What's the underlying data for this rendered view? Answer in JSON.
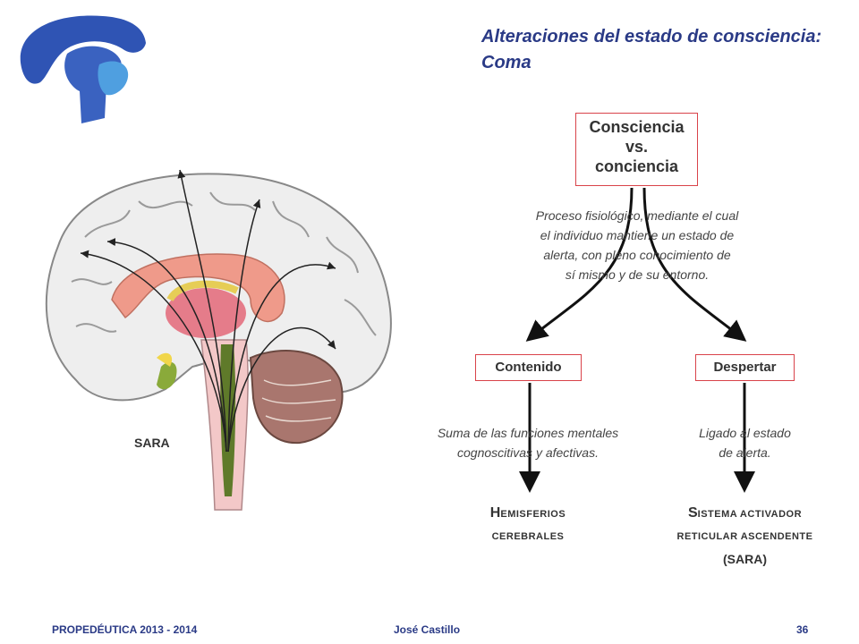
{
  "title": {
    "line1": "Alteraciones del estado de consciencia:",
    "line2": "Coma"
  },
  "main_box": {
    "line1": "Consciencia",
    "line2": "vs.",
    "line3": "conciencia"
  },
  "main_description": [
    "Proceso fisiológico, mediante el cual",
    "el individuo mantiene un estado de",
    "alerta, con pleno conocimiento de",
    "sí mismo y de su entorno."
  ],
  "left_branch": {
    "label": "Contenido",
    "description": [
      "Suma de las funciones mentales",
      "cognoscitivas y afectivas."
    ],
    "result_line1_cap": "H",
    "result_line1_rest": "emisferios",
    "result_line2": "cerebrales"
  },
  "right_branch": {
    "label": "Despertar",
    "description": [
      "Ligado al estado",
      "de alerta."
    ],
    "result_line1_cap": "S",
    "result_line1_rest": "istema activador",
    "result_line2": "reticular ascendente",
    "result_line3": "(SARA)"
  },
  "brain_label": "SARA",
  "footer": {
    "course": "PROPEDÉUTICA 2013 - 2014",
    "author": "José Castillo",
    "page": "36"
  },
  "colors": {
    "title": "#2a3a86",
    "box_border": "#d9434a",
    "logo_dark": "#2f54b4",
    "logo_light": "#4f9fe0"
  }
}
